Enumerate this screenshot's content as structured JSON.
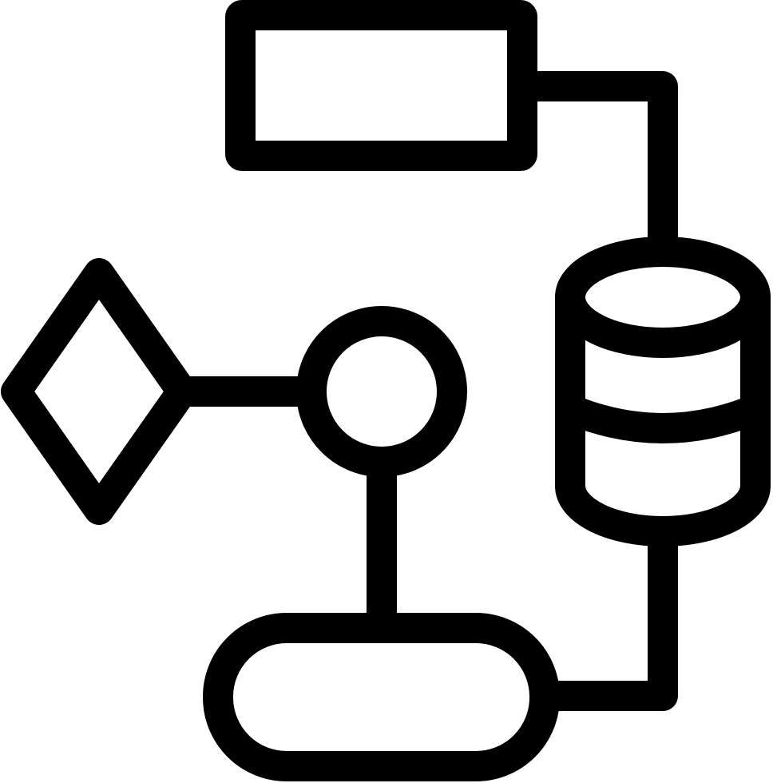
{
  "icon": {
    "name": "flowchart-database-icon",
    "stroke_color": "#000000",
    "background_color": "#ffffff",
    "shapes": [
      "process-rectangle",
      "database-cylinder",
      "decision-diamond",
      "connector-circle",
      "terminal-pill"
    ]
  }
}
